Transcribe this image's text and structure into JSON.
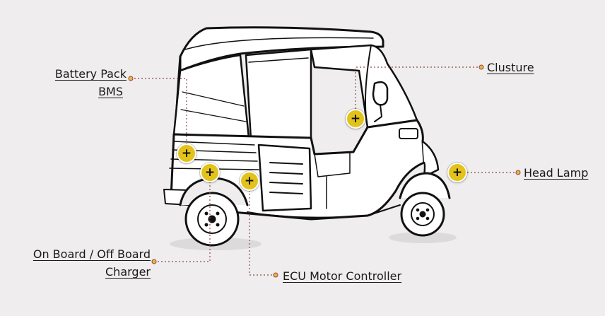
{
  "labels": {
    "battery_pack": "Battery Pack",
    "bms": "BMS",
    "clusture": "Clusture",
    "head_lamp": "Head Lamp",
    "charger_line1": "On Board / Off Board",
    "charger_line2": "Charger",
    "ecu": "ECU Motor Controller"
  },
  "hotspot_symbol": "+",
  "colors": {
    "background": "#efeded",
    "hotspot": "#e3c21b",
    "leader_line": "#8b4a4a",
    "outline": "#111111"
  }
}
